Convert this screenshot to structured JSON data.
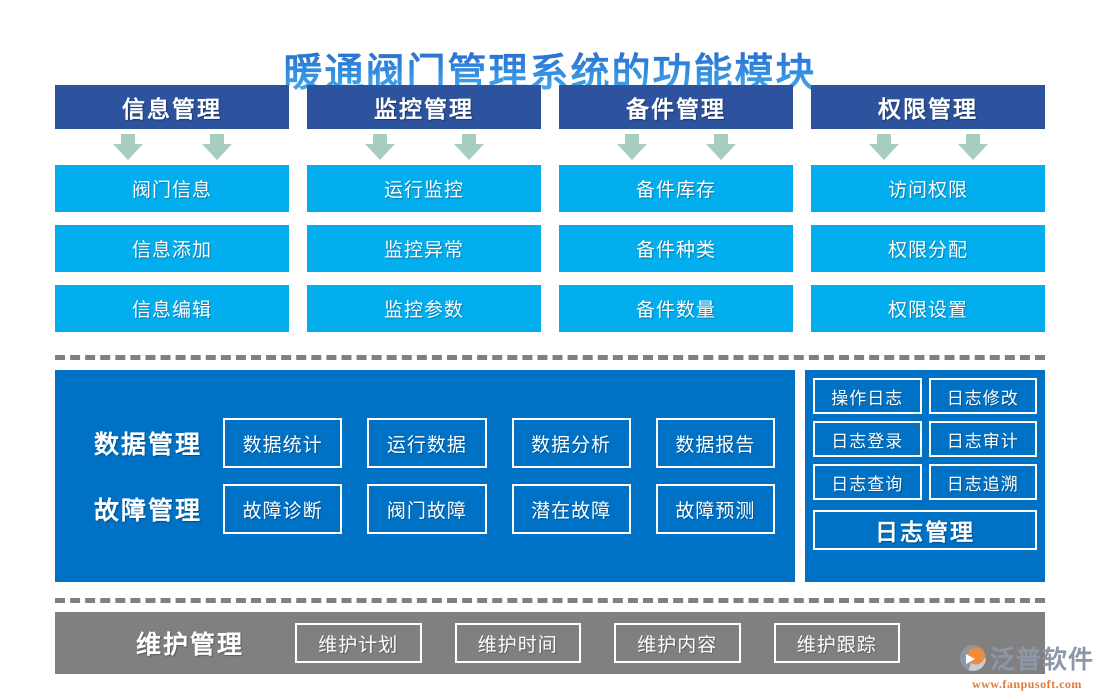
{
  "page": {
    "title": "暖通阀门管理系统的功能模块"
  },
  "colors": {
    "header_blue": "#2e539e",
    "cell_cyan": "#03aeef",
    "panel_blue": "#0072c6",
    "footer_gray": "#808080",
    "arrow_green": "#a7ccc0",
    "logo_gray": "#8d97a8",
    "logo_orange": "#e07b39"
  },
  "columns": [
    {
      "header": "信息管理",
      "items": [
        "阀门信息",
        "信息添加",
        "信息编辑"
      ]
    },
    {
      "header": "监控管理",
      "items": [
        "运行监控",
        "监控异常",
        "监控参数"
      ]
    },
    {
      "header": "备件管理",
      "items": [
        "备件库存",
        "备件种类",
        "备件数量"
      ]
    },
    {
      "header": "权限管理",
      "items": [
        "访问权限",
        "权限分配",
        "权限设置"
      ]
    }
  ],
  "middle": {
    "rows": [
      {
        "label": "数据管理",
        "items": [
          "数据统计",
          "运行数据",
          "数据分析",
          "数据报告"
        ]
      },
      {
        "label": "故障管理",
        "items": [
          "故障诊断",
          "阀门故障",
          "潜在故障",
          "故障预测"
        ]
      }
    ]
  },
  "log_panel": {
    "items": [
      "操作日志",
      "日志修改",
      "日志登录",
      "日志审计",
      "日志查询",
      "日志追溯"
    ],
    "title": "日志管理"
  },
  "bottom": {
    "label": "维护管理",
    "items": [
      "维护计划",
      "维护时间",
      "维护内容",
      "维护跟踪"
    ]
  },
  "logo": {
    "name": "泛普软件",
    "url": "www.fanpusoft.com"
  }
}
